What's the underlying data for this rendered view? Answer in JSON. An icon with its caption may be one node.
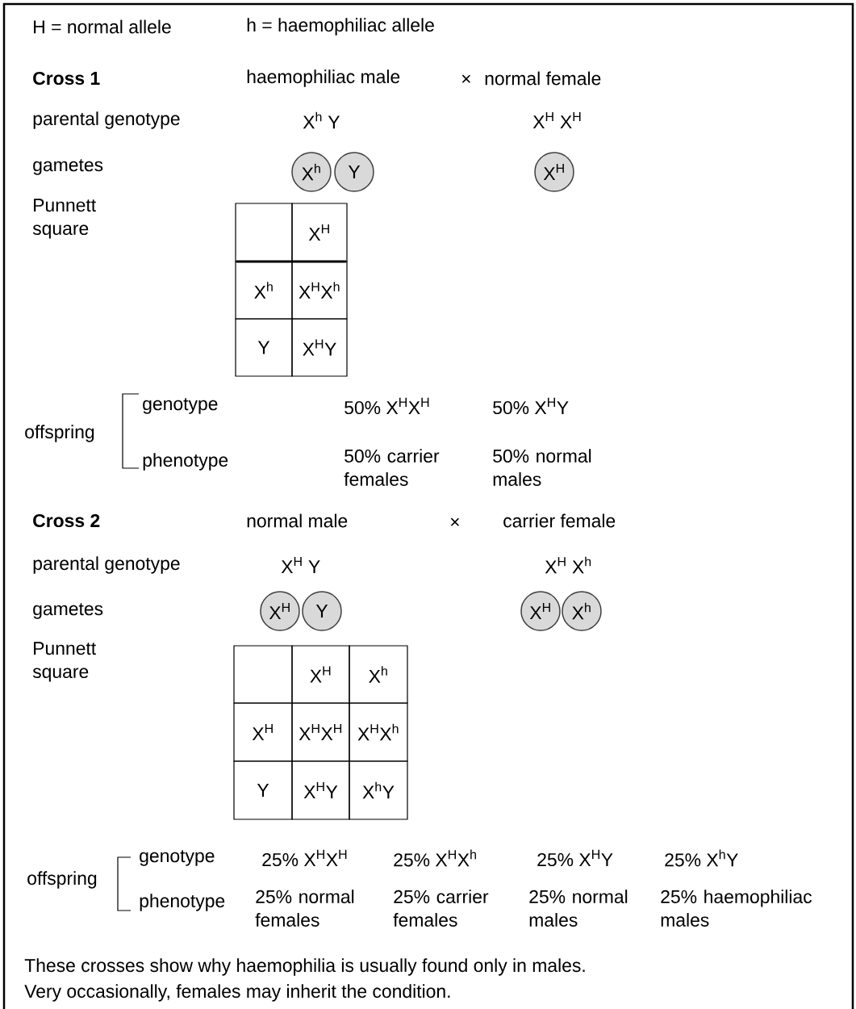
{
  "diagram": {
    "nodes": [
      {
        "text": [
          "X$^{h}$"
        ]
      },
      {
        "text": [
          "Y"
        ]
      },
      {
        "text": [
          "X$^{H}$"
        ]
      },
      {
        "text": [
          "X$^{H}$"
        ]
      },
      {
        "text": [
          "Y"
        ]
      },
      {
        "text": [
          "X$^{H}$"
        ]
      },
      {
        "text": [
          "X$^{h}$"
        ]
      }
    ],
    "edges": [],
    "labels": [
      "H = normal allele",
      "h = haemophiliac allele",
      "Cross 1",
      "haemophiliac male",
      "×",
      "normal female",
      "parental genotype",
      "X$^{h}$ Y",
      "X$^{H}$ X$^{H}$",
      "gametes",
      "Punnett square",
      "X$^{H}$",
      "X$^{h}$",
      "X$^{H}$X$^{h}$",
      "Y",
      "X$^{H}$Y",
      "offspring",
      "genotype",
      "50% X$^{H}$X$^{H}$",
      "50% X$^{H}$Y",
      "phenotype",
      "50% carrier females",
      "50% normal males",
      "Cross 2",
      "normal male",
      "×",
      "carrier female",
      "parental genotype",
      "X$^{H}$ Y",
      "X$^{H}$ X$^{h}$",
      "gametes",
      "Punnett square",
      "X$^{H}$",
      "X$^{h}$",
      "X$^{H}$",
      "X$^{H}$X$^{H}$",
      "X$^{H}$X$^{h}$",
      "Y",
      "X$^{H}$Y",
      "X$^{h}$Y",
      "offspring",
      "genotype",
      "25% X$^{H}$X$^{H}$",
      "25% X$^{H}$X$^{h}$",
      "25% X$^{H}$Y",
      "25% X$^{h}$Y",
      "phenotype",
      "25% normal females",
      "25% carrier females",
      "25% normal males",
      "25% haemophiliac males",
      "These crosses show why haemophilia is usually found only in males.",
      "Very occasionally, females may inherit the condition."
    ]
  }
}
